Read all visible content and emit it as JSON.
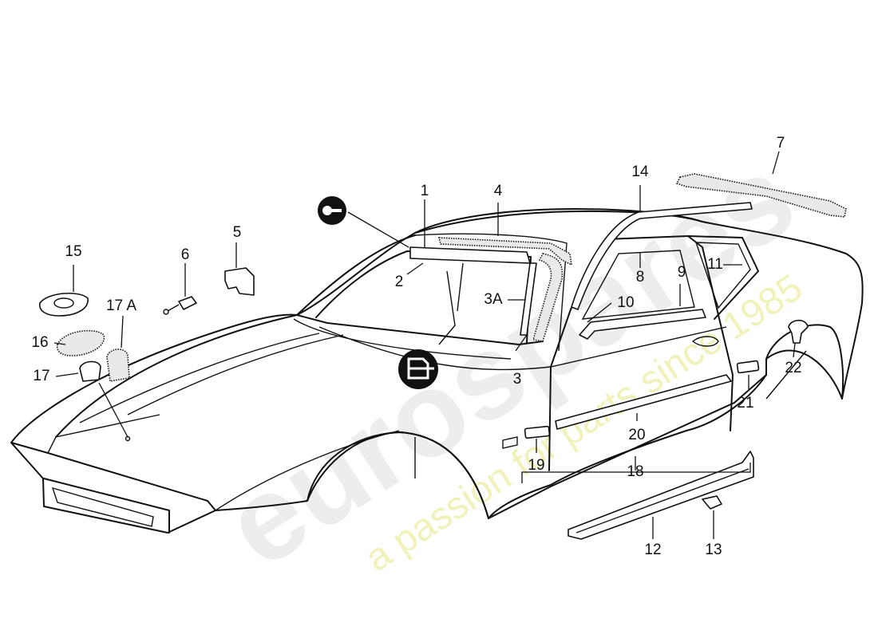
{
  "watermark": {
    "brand": "eurospares",
    "tagline": "a passion for parts since 1985"
  },
  "callouts": {
    "c1": "1",
    "c2": "2",
    "c3": "3",
    "c3a": "3A",
    "c4": "4",
    "c5": "5",
    "c6": "6",
    "c7": "7",
    "c8": "8",
    "c9": "9",
    "c10": "10",
    "c11": "11",
    "c12": "12",
    "c13": "13",
    "c14": "14",
    "c15": "15",
    "c16": "16",
    "c17": "17",
    "c17a": "17 A",
    "c18": "18",
    "c19": "19",
    "c20": "20",
    "c21": "21",
    "c22": "22"
  },
  "symbols": {
    "key_symbol": "key-icon",
    "glazing_symbol": "window-seal-icon"
  }
}
